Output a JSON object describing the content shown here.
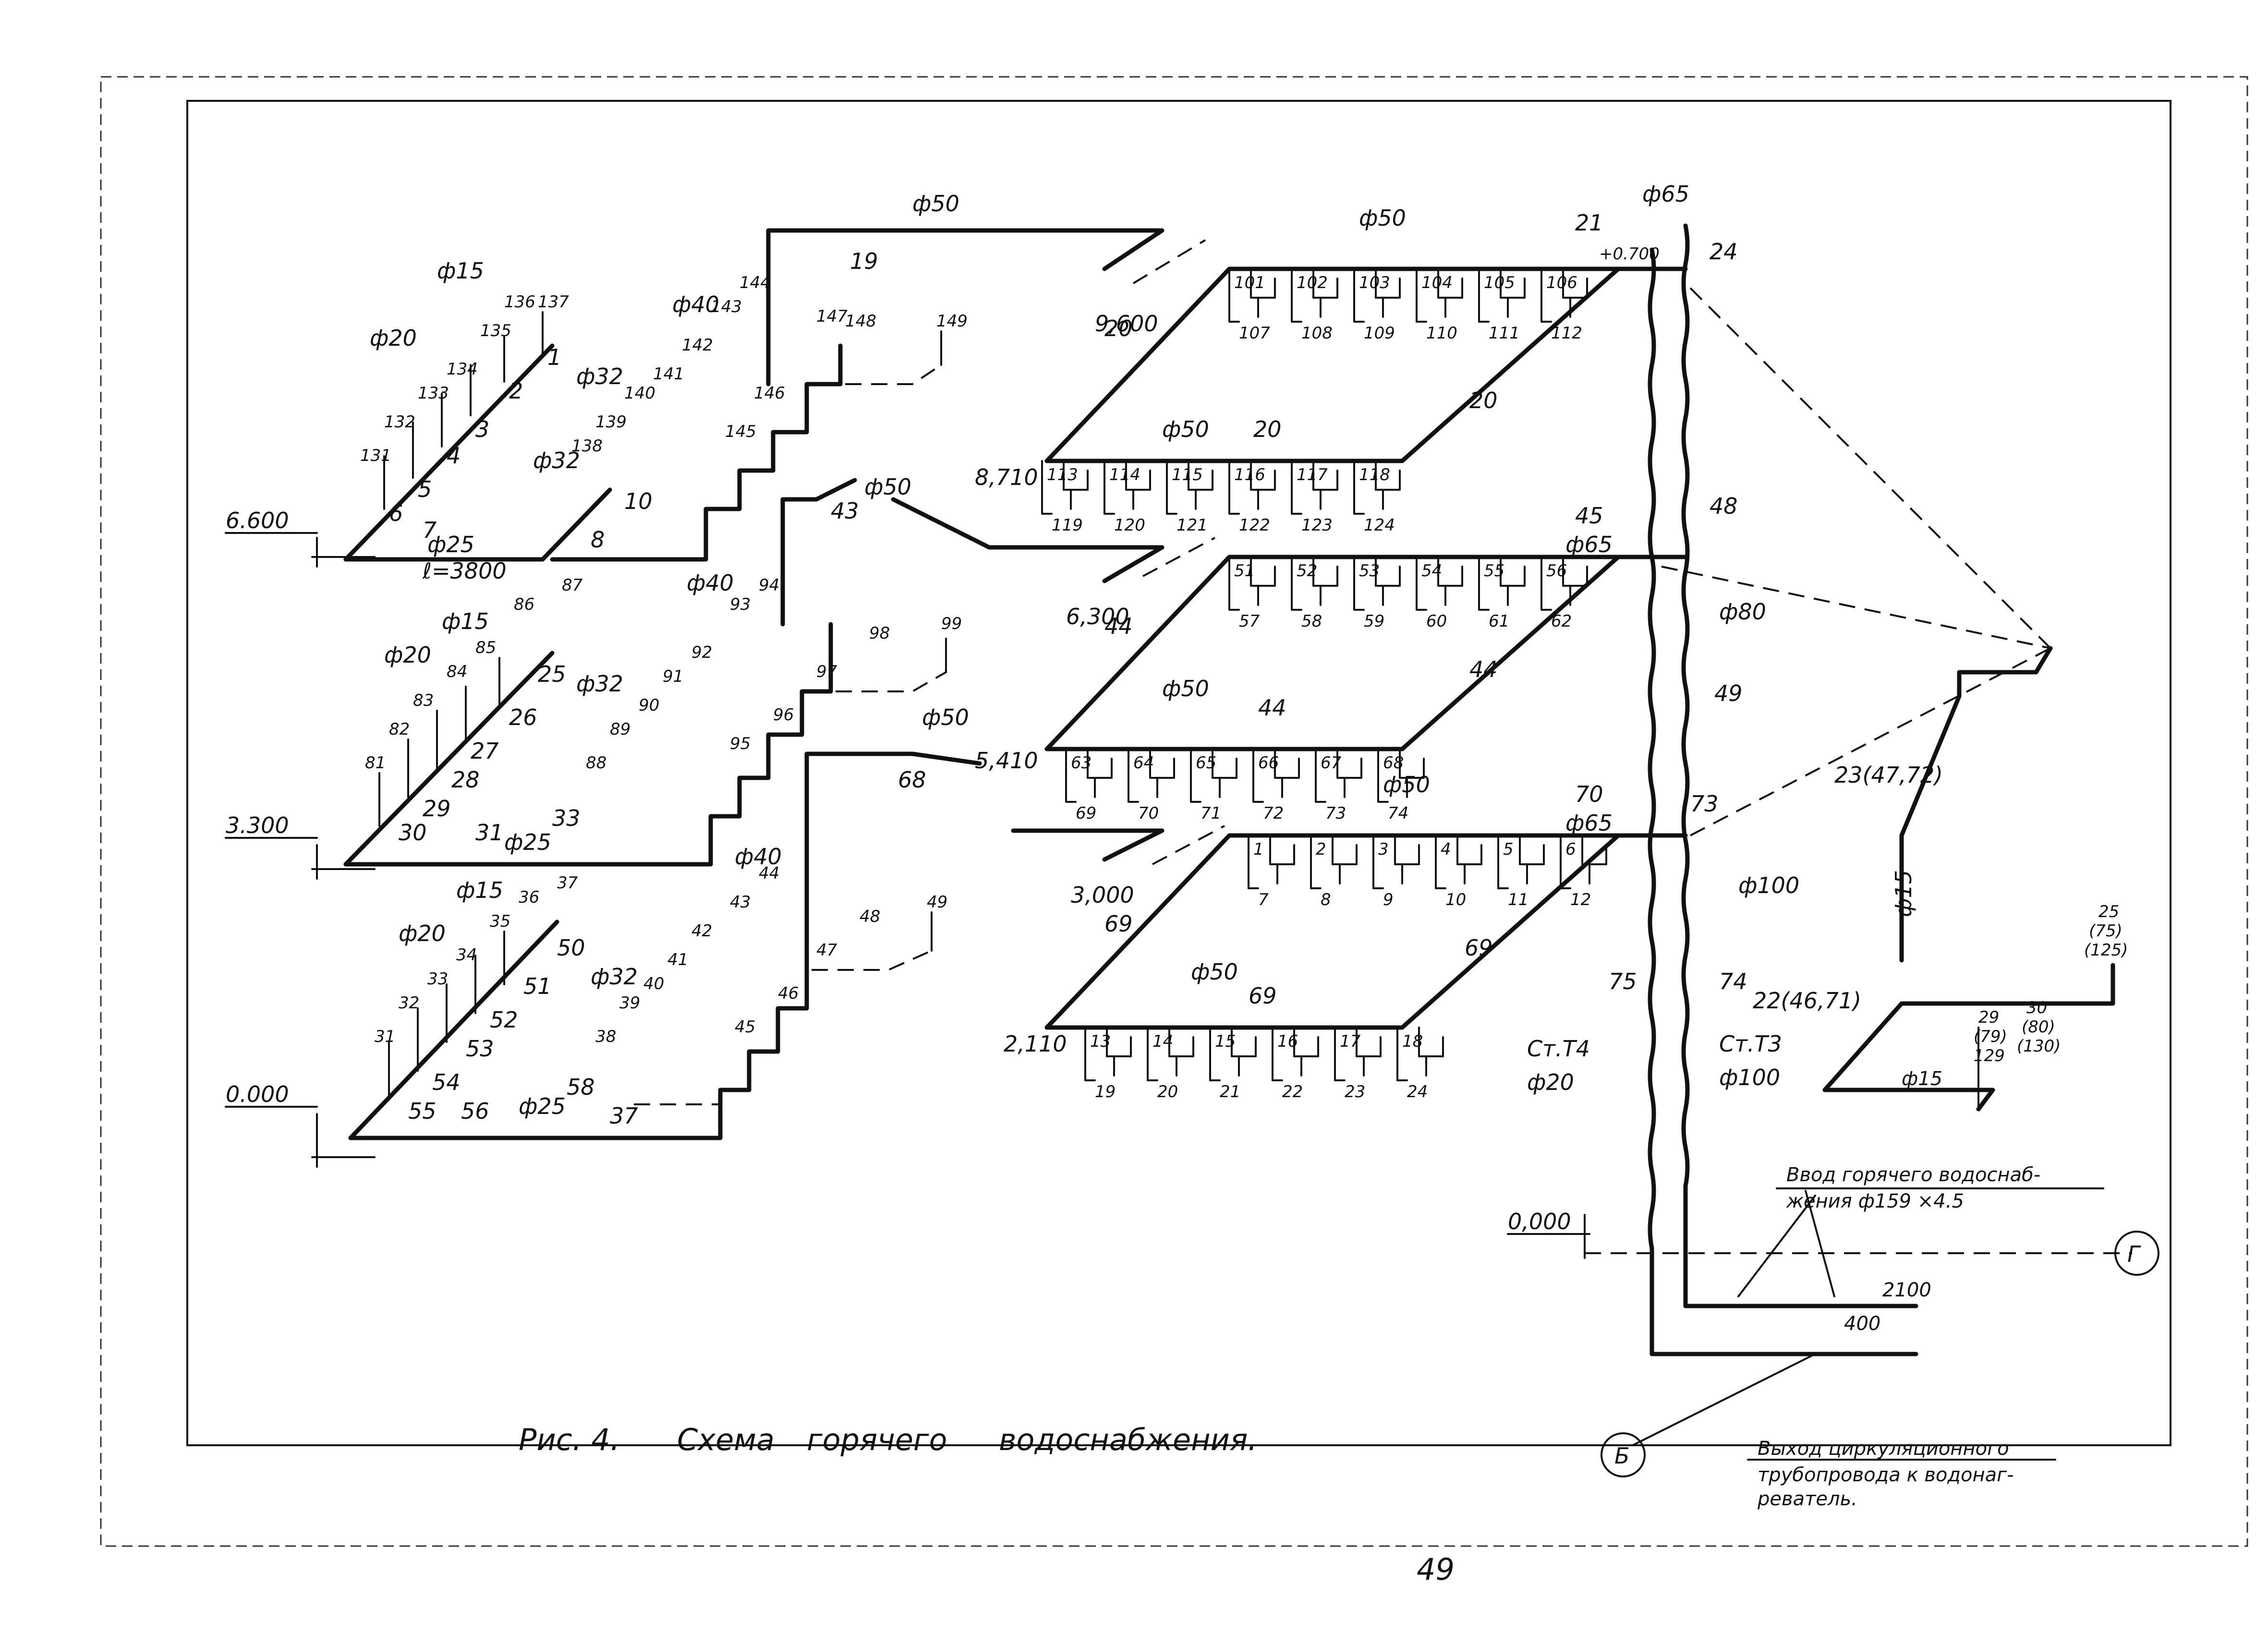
{
  "page_number": "49",
  "caption": {
    "figure": "Рис. 4.",
    "title_words": [
      "Схема",
      "горячего",
      "водоснабжения."
    ]
  },
  "levels": {
    "l0": "0.000",
    "l1": "3.300",
    "l2": "6.600",
    "l_main": "0,000"
  },
  "riser_marks": {
    "m1": "9,600",
    "m2": "8,710",
    "m3": "6,300",
    "m4": "5,410",
    "m5": "3,000",
    "m6": "2,110",
    "m7": "+0.700"
  },
  "pipe_sizes": {
    "d15": "ф15",
    "d20": "ф20",
    "d25": "ф25",
    "d32": "ф32",
    "d40": "ф40",
    "d50": "ф50",
    "d65": "ф65",
    "d80": "ф80",
    "d100": "ф100",
    "length": "ℓ=3800"
  },
  "risers": {
    "st_t4": "Ст.Т4",
    "st_t3": "Ст.Т3"
  },
  "notes": {
    "inlet_line1": "Ввод горячего водоснаб-",
    "inlet_line2": "жения  ф159 ×4.5",
    "exit_line1": "Выход циркуляционного",
    "exit_line2": "трубопровода к водонаг-",
    "exit_line3": "реватель."
  },
  "axes": {
    "g": "Г",
    "b": "Б"
  },
  "dims": {
    "d400": "400",
    "d2100": "2100"
  },
  "segment_labels": {
    "s1": "1",
    "s2": "2",
    "s3": "3",
    "s4": "4",
    "s5": "5",
    "s6": "6",
    "s7": "7",
    "s8": "8",
    "s10": "10",
    "s11": "11",
    "s12": "12",
    "s13": "13",
    "s14": "14",
    "s15": "15",
    "s16": "16",
    "s17": "17",
    "s18": "18",
    "s19": "19",
    "s20": "20",
    "s21": "21",
    "s22": "22(46,71)",
    "s23": "23(47,72)",
    "s24": "24",
    "s25": "25",
    "s26": "26",
    "s27": "27",
    "s28": "28",
    "s29": "29",
    "s30": "30",
    "s31": "31",
    "s33": "33",
    "s34": "34",
    "s35": "35",
    "s36": "36",
    "s37": "37",
    "s38": "38",
    "s39": "39",
    "s40": "40",
    "s41": "41",
    "s42": "42",
    "s43": "43",
    "s44": "44",
    "s45": "45",
    "s48": "48",
    "s49": "49",
    "s50": "50",
    "s51": "51",
    "s52": "52",
    "s53": "53",
    "s54": "54",
    "s55": "55",
    "s56": "56",
    "s58": "58",
    "s60": "60",
    "s61": "61",
    "s68": "68",
    "s69": "69",
    "s70": "70",
    "s73": "73",
    "s74": "74",
    "s75": "75",
    "s25b": "25",
    "s75b": "(75)",
    "s125b": "(125)",
    "s29b": "29",
    "s79b": "(79)",
    "s129b": "129",
    "s30b": "30",
    "s80b": "(80)",
    "s130b": "(130)"
  },
  "fixture_rows": {
    "r1_top": [
      "101",
      "102",
      "103",
      "104",
      "105",
      "106"
    ],
    "r1_bot": [
      "107",
      "108",
      "109",
      "110",
      "111",
      "112"
    ],
    "r2_top": [
      "113",
      "114",
      "115",
      "116",
      "117",
      "118"
    ],
    "r2_bot": [
      "119",
      "120",
      "121",
      "122",
      "123",
      "124"
    ],
    "r3_top": [
      "51",
      "52",
      "53",
      "54",
      "55",
      "56"
    ],
    "r3_bot": [
      "57",
      "58",
      "59",
      "60",
      "61",
      "62"
    ],
    "r4_top": [
      "63",
      "64",
      "65",
      "66",
      "67",
      "68"
    ],
    "r4_bot": [
      "69",
      "70",
      "71",
      "72",
      "73",
      "74"
    ],
    "r5_top": [
      "1",
      "2",
      "3",
      "4",
      "5",
      "6"
    ],
    "r5_bot": [
      "7",
      "8",
      "9",
      "10",
      "11",
      "12"
    ],
    "r6_top": [
      "13",
      "14",
      "15",
      "16",
      "17",
      "18"
    ],
    "r6_bot": [
      "19",
      "20",
      "21",
      "22",
      "23",
      "24"
    ]
  },
  "valve_numbers": {
    "top_left": [
      "131",
      "132",
      "133",
      "134",
      "135",
      "136",
      "137"
    ],
    "top_mid": [
      "138",
      "139",
      "140",
      "141",
      "142",
      "143",
      "144"
    ],
    "top_right": [
      "145",
      "146",
      "147",
      "148",
      "149"
    ],
    "mid_left": [
      "81",
      "82",
      "83",
      "84",
      "85",
      "86",
      "87"
    ],
    "mid_mid": [
      "88",
      "89",
      "90",
      "91",
      "92",
      "93",
      "94"
    ],
    "mid_right": [
      "95",
      "96",
      "97",
      "98",
      "99"
    ],
    "bot_left": [
      "31",
      "32",
      "33",
      "34",
      "35",
      "36",
      "37"
    ],
    "bot_mid": [
      "38",
      "39",
      "40",
      "41",
      "42",
      "43",
      "44"
    ],
    "bot_right": [
      "45",
      "46",
      "47",
      "48",
      "49"
    ]
  }
}
